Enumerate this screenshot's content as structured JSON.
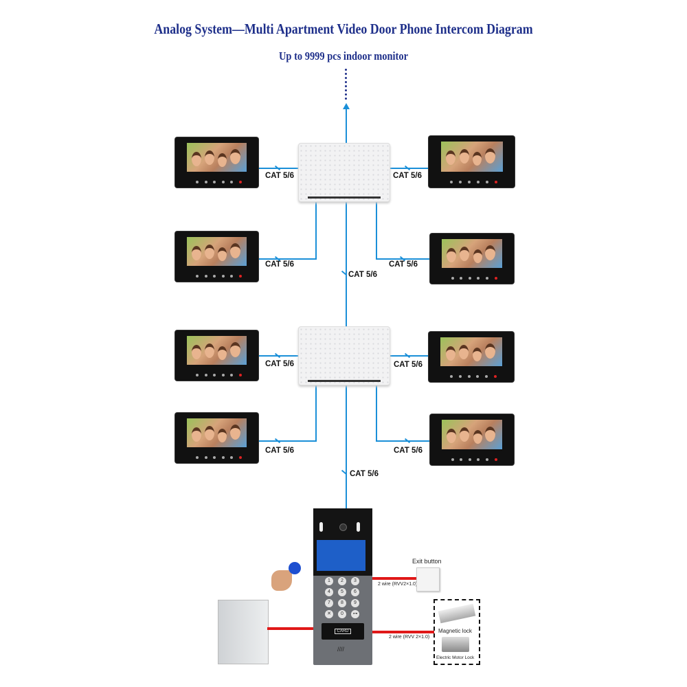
{
  "title": "Analog System—Multi Apartment Video Door Phone Intercom Diagram",
  "subtitle": "Up to 9999 pcs indoor monitor",
  "cable_label": "CAT 5/6",
  "exit_button": {
    "label": "Exit button",
    "wire": "2 wire (RVV2×1.0)"
  },
  "locks": {
    "wire": "2 wire (RVV 2×1.0)",
    "magnetic": "Magnetic lock",
    "motor": "Electric Motor Lock"
  },
  "door_station": {
    "card_label": "CARD",
    "keys": [
      "1",
      "2",
      "3",
      "4",
      "5",
      "6",
      "7",
      "8",
      "9",
      "✕",
      "0",
      "⊶"
    ]
  },
  "colors": {
    "title": "#1e2f8a",
    "cable": "#1a8fd8",
    "power": "#e01818"
  }
}
